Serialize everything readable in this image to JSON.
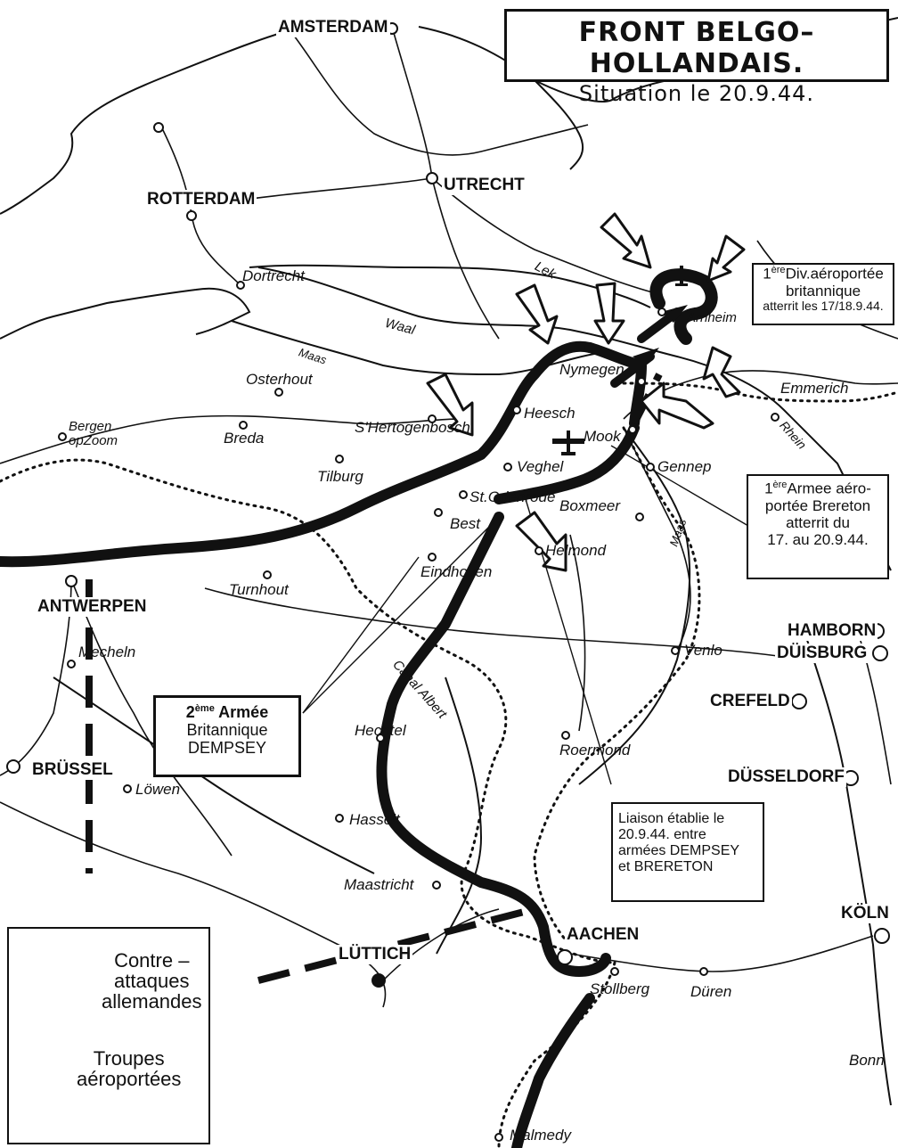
{
  "title": "FRONT BELGO–HOLLANDAIS.",
  "subtitle": "Situation le 20.9.44.",
  "callouts": {
    "airborne_div": {
      "sup": "ère",
      "line1": "Div.aéroportée",
      "line2": "britannique",
      "line3": "atterrit les 17/18.9.44.",
      "prefix": "1"
    },
    "airborne_army": {
      "prefix": "1",
      "sup": "ère",
      "line1": "Armee aéro-",
      "line2": "portée Brereton",
      "line3": "atterrit du",
      "line4": "17. au 20.9.44."
    },
    "second_army": {
      "prefix": "2",
      "sup": "ème",
      "line1": "Armée",
      "line2": "Britannique",
      "line3": "DEMPSEY"
    },
    "liaison": {
      "line1": "Liaison établie le",
      "line2": "20.9.44. entre",
      "line3": "armées DEMPSEY",
      "line4": "et BRERETON"
    }
  },
  "legend": {
    "counter_attacks": "Contre– attaques allemandes",
    "counter_line1": "Contre –",
    "counter_line2": "attaques",
    "counter_line3": "allemandes",
    "troops_line1": "Troupes",
    "troops_line2": "aéroportées"
  },
  "cities": {
    "amsterdam": "AMSTERDAM",
    "rotterdam": "ROTTERDAM",
    "utrecht": "UTRECHT",
    "antwerpen": "ANTWERPEN",
    "brussel": "BRÜSSEL",
    "luttich": "LÜTTICH",
    "aachen": "AACHEN",
    "hamborn": "HAMBORN",
    "duisburg": "DÜISBURG",
    "crefeld": "CREFELD",
    "dusseldorf": "DÜSSELDORF",
    "koln": "KÖLN"
  },
  "towns": {
    "dortrecht": "Dortrecht",
    "osterhout": "Osterhout",
    "bergen": "Bergen",
    "opzoom": "opZoom",
    "breda": "Breda",
    "tilburg": "Tilburg",
    "hertogenbosch": "S'Hertogenbosch",
    "heesch": "Heesch",
    "nymegen": "Nymegen",
    "arnheim": "Arnheim",
    "mook": "Mook",
    "emmerich": "Emmerich",
    "gennep": "Gennep",
    "veghel": "Veghel",
    "st_odenrode": "St.Odenrode",
    "best": "Best",
    "boxmeer": "Boxmeer",
    "helmond": "Helmond",
    "eindhoven": "Eindhoven",
    "turnhout": "Turnhout",
    "mecheln": "Mecheln",
    "venlo": "Venlo",
    "hechtel": "Hechtel",
    "roermond": "Roermond",
    "lowen": "Löwen",
    "hasselt": "Hasselt",
    "maastricht": "Maastricht",
    "stollberg": "Stollberg",
    "duren": "Düren",
    "bonn": "Bonn",
    "malmedy": "Malmedy"
  },
  "rivers": {
    "lek": "Lek",
    "waal": "Waal",
    "maas": "Maas",
    "maas2": "Maas",
    "rhein": "Rhein",
    "canal": "Canal Albert"
  },
  "colors": {
    "ink": "#111111",
    "paper": "#ffffff"
  }
}
